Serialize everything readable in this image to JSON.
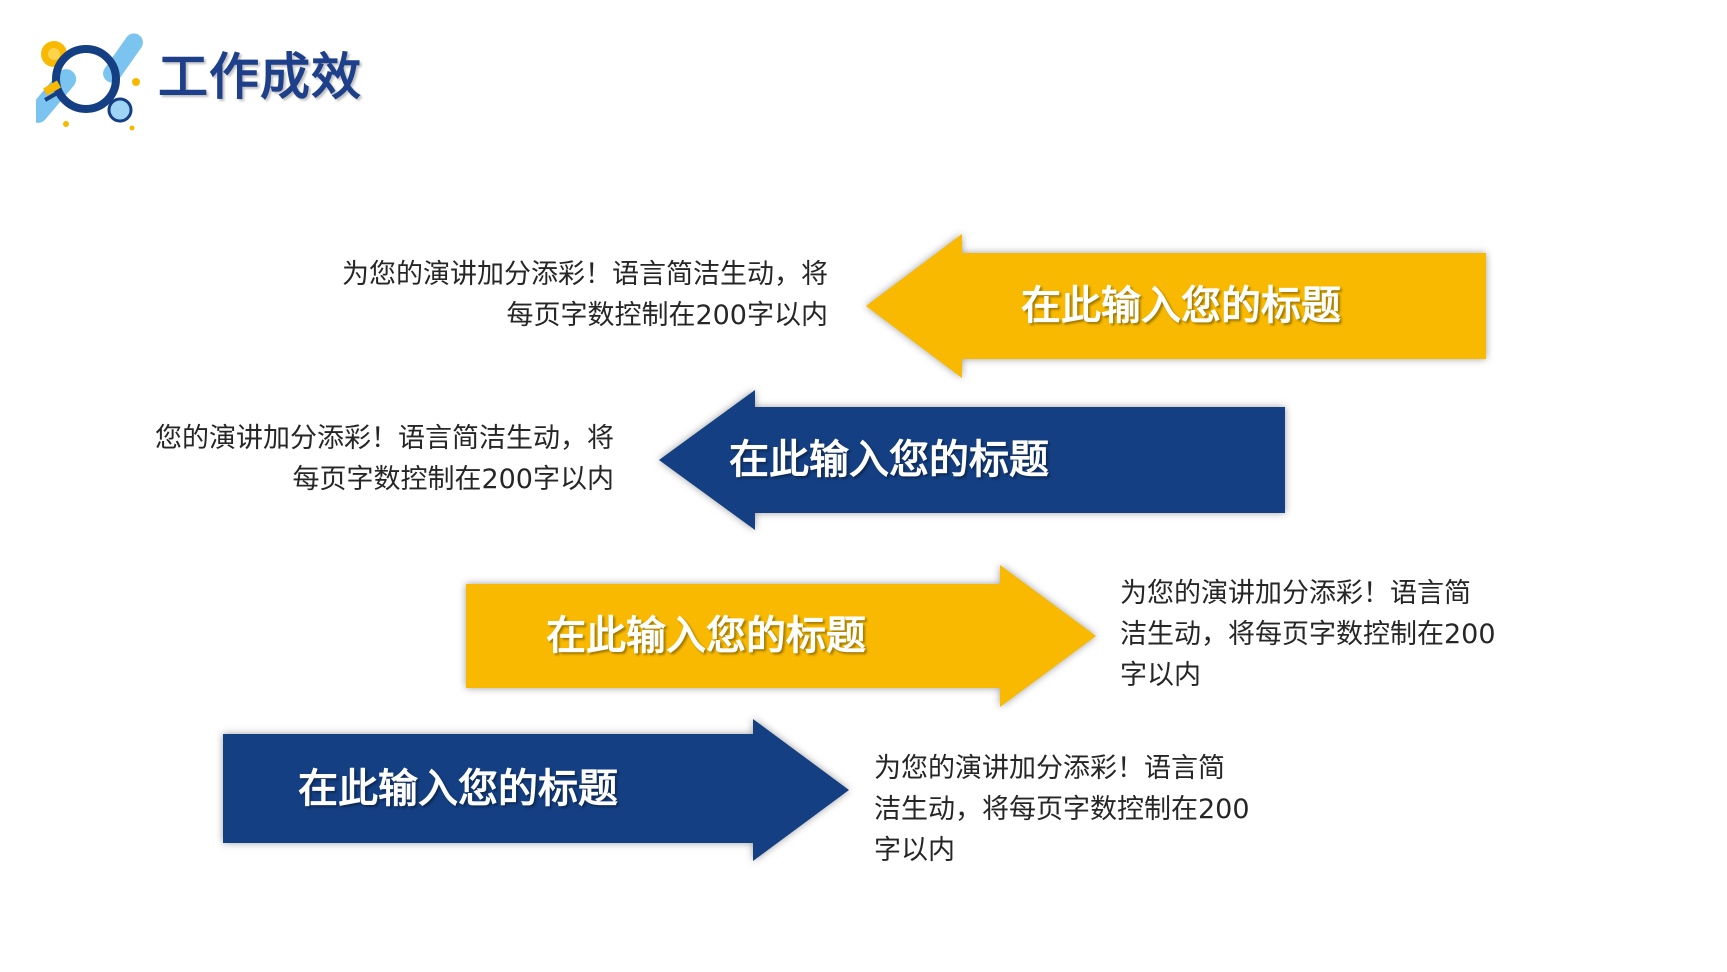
{
  "header": {
    "title": "工作成效",
    "logo_icon": "magnifier-lightbulb-icon"
  },
  "colors": {
    "yellow": "#f8b900",
    "navy": "#143f82",
    "title_blue": "#1e3f8a",
    "text": "#262626"
  },
  "items": [
    {
      "label": "在此输入您的标题",
      "direction": "left",
      "color": "yellow",
      "description": "为您的演讲加分添彩！语言简洁生动，将\n每页字数控制在200字以内"
    },
    {
      "label": "在此输入您的标题",
      "direction": "left",
      "color": "navy",
      "description": "您的演讲加分添彩！语言简洁生动，将\n每页字数控制在200字以内"
    },
    {
      "label": "在此输入您的标题",
      "direction": "right",
      "color": "yellow",
      "description": "为您的演讲加分添彩！语言简\n洁生动，将每页字数控制在200\n字以内"
    },
    {
      "label": "在此输入您的标题",
      "direction": "right",
      "color": "navy",
      "description": "为您的演讲加分添彩！语言简\n洁生动，将每页字数控制在200\n字以内"
    }
  ]
}
